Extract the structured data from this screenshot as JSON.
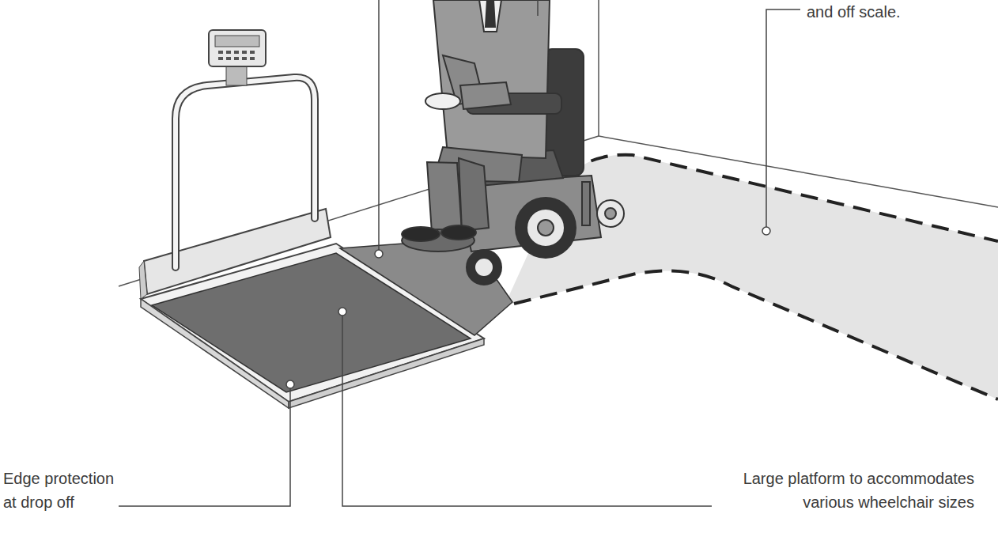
{
  "diagram": {
    "labels": [
      "and off scale.",
      "Edge protection at drop off",
      "Large platform to accommodates various wheelchair sizes"
    ]
  }
}
